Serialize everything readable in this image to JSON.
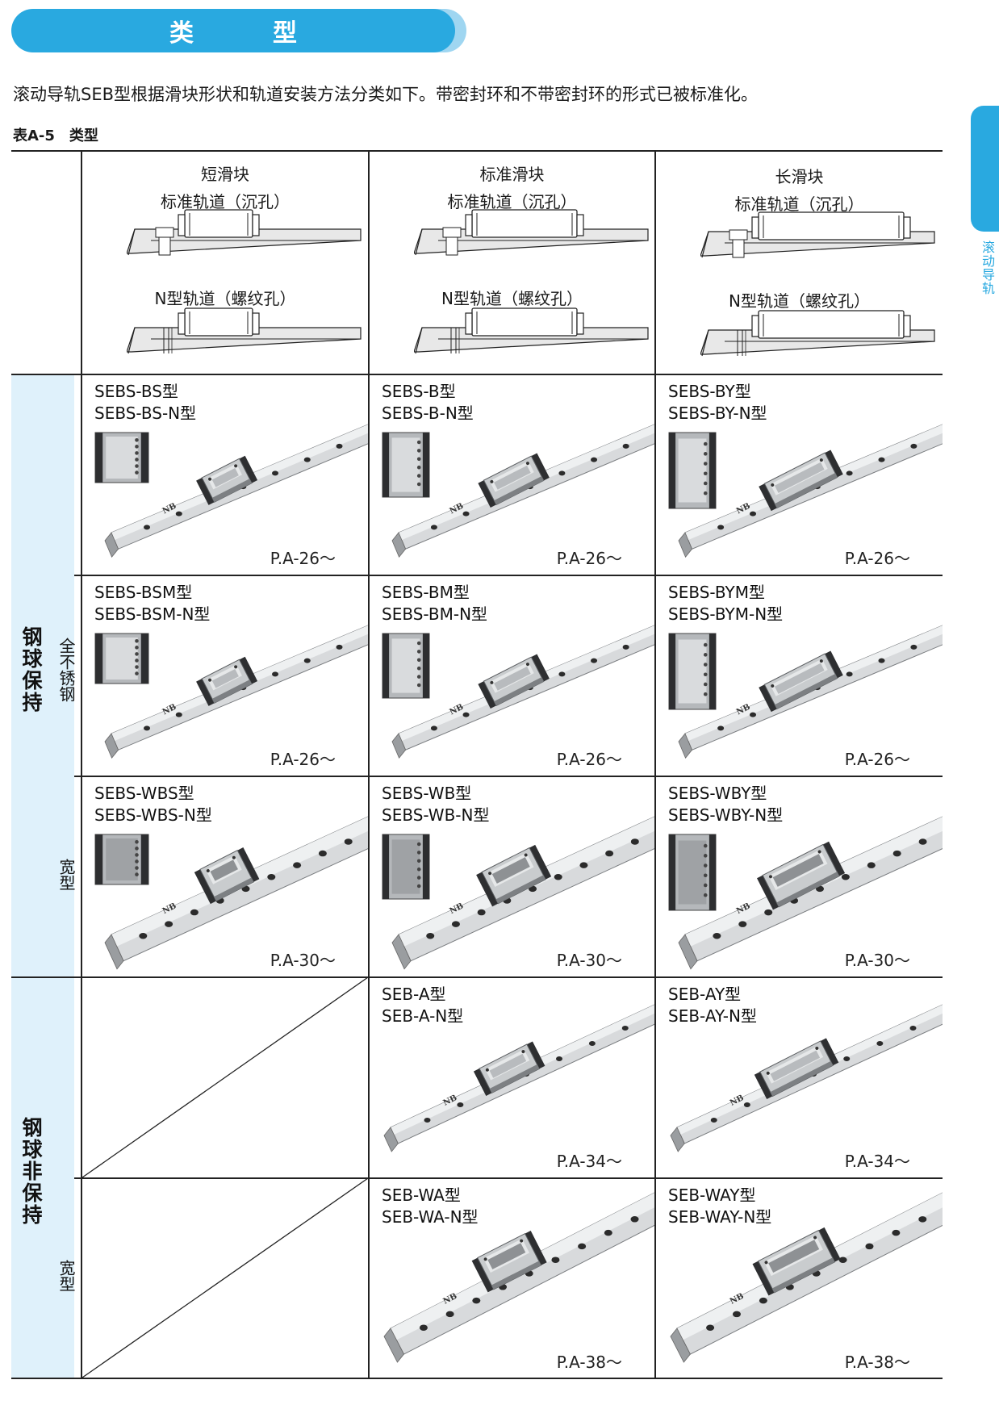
{
  "header": {
    "title": "类　型"
  },
  "intro": "滚动导轨SEB型根据滑块形状和轨道安装方法分类如下。带密封环和不带密封环的形式已被标准化。",
  "table_caption": "表A-5　类型",
  "side_tab": {
    "label": "滚动导轨"
  },
  "columns": [
    {
      "title": "短滑块",
      "rail_std": "标准轨道（沉孔）",
      "rail_n": "N型轨道（螺纹孔）"
    },
    {
      "title": "标准滑块",
      "rail_std": "标准轨道（沉孔）",
      "rail_n": "N型轨道（螺纹孔）"
    },
    {
      "title": "长滑块",
      "rail_std": "标准轨道（沉孔）",
      "rail_n": "N型轨道（螺纹孔）"
    }
  ],
  "groups": {
    "retained": "钢球保持",
    "non_retained": "钢球非保持",
    "stainless": "全不锈钢",
    "wide": "宽型",
    "wide2": "宽型"
  },
  "rows": [
    {
      "cells": [
        {
          "line1": "SEBS-BS型",
          "line2": "SEBS-BS-N型",
          "page": "P.A-26～"
        },
        {
          "line1": "SEBS-B型",
          "line2": "SEBS-B-N型",
          "page": "P.A-26～"
        },
        {
          "line1": "SEBS-BY型",
          "line2": "SEBS-BY-N型",
          "page": "P.A-26～"
        }
      ]
    },
    {
      "cells": [
        {
          "line1": "SEBS-BSM型",
          "line2": "SEBS-BSM-N型",
          "page": "P.A-26～"
        },
        {
          "line1": "SEBS-BM型",
          "line2": "SEBS-BM-N型",
          "page": "P.A-26～"
        },
        {
          "line1": "SEBS-BYM型",
          "line2": "SEBS-BYM-N型",
          "page": "P.A-26～"
        }
      ]
    },
    {
      "cells": [
        {
          "line1": "SEBS-WBS型",
          "line2": "SEBS-WBS-N型",
          "page": "P.A-30～"
        },
        {
          "line1": "SEBS-WB型",
          "line2": "SEBS-WB-N型",
          "page": "P.A-30～"
        },
        {
          "line1": "SEBS-WBY型",
          "line2": "SEBS-WBY-N型",
          "page": "P.A-30～"
        }
      ]
    },
    {
      "cells": [
        null,
        {
          "line1": "SEB-A型",
          "line2": "SEB-A-N型",
          "page": "P.A-34～"
        },
        {
          "line1": "SEB-AY型",
          "line2": "SEB-AY-N型",
          "page": "P.A-34～"
        }
      ]
    },
    {
      "cells": [
        null,
        {
          "line1": "SEB-WA型",
          "line2": "SEB-WA-N型",
          "page": "P.A-38～"
        },
        {
          "line1": "SEB-WAY型",
          "line2": "SEB-WAY-N型",
          "page": "P.A-38～"
        }
      ]
    }
  ],
  "rail_brand": "NB"
}
